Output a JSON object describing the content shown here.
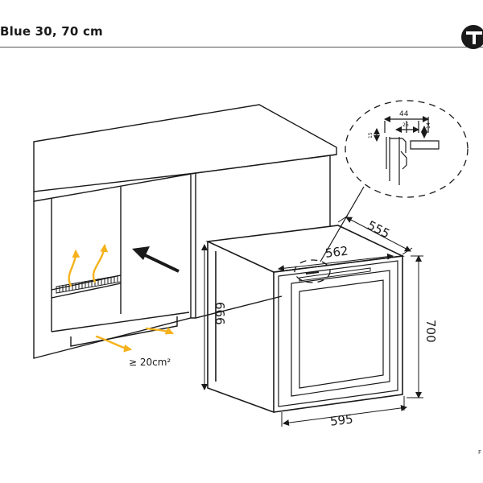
{
  "header": {
    "title": "Blue 30, 70 cm",
    "logo_icon": "brand-logo-icon",
    "page_mark": "F"
  },
  "diagram": {
    "dimensions": {
      "width_outer": "595",
      "width_inner": "562",
      "depth": "555",
      "height_outer": "700",
      "height_front": "666"
    },
    "detail": {
      "w44": "44",
      "w26": "26",
      "h15": "15",
      "h14": "14"
    },
    "ventilation_note": "≥ 20cm²"
  },
  "colors": {
    "line": "#1a1a1a",
    "airflow_arrow": "#f5b21c",
    "background": "#ffffff"
  }
}
